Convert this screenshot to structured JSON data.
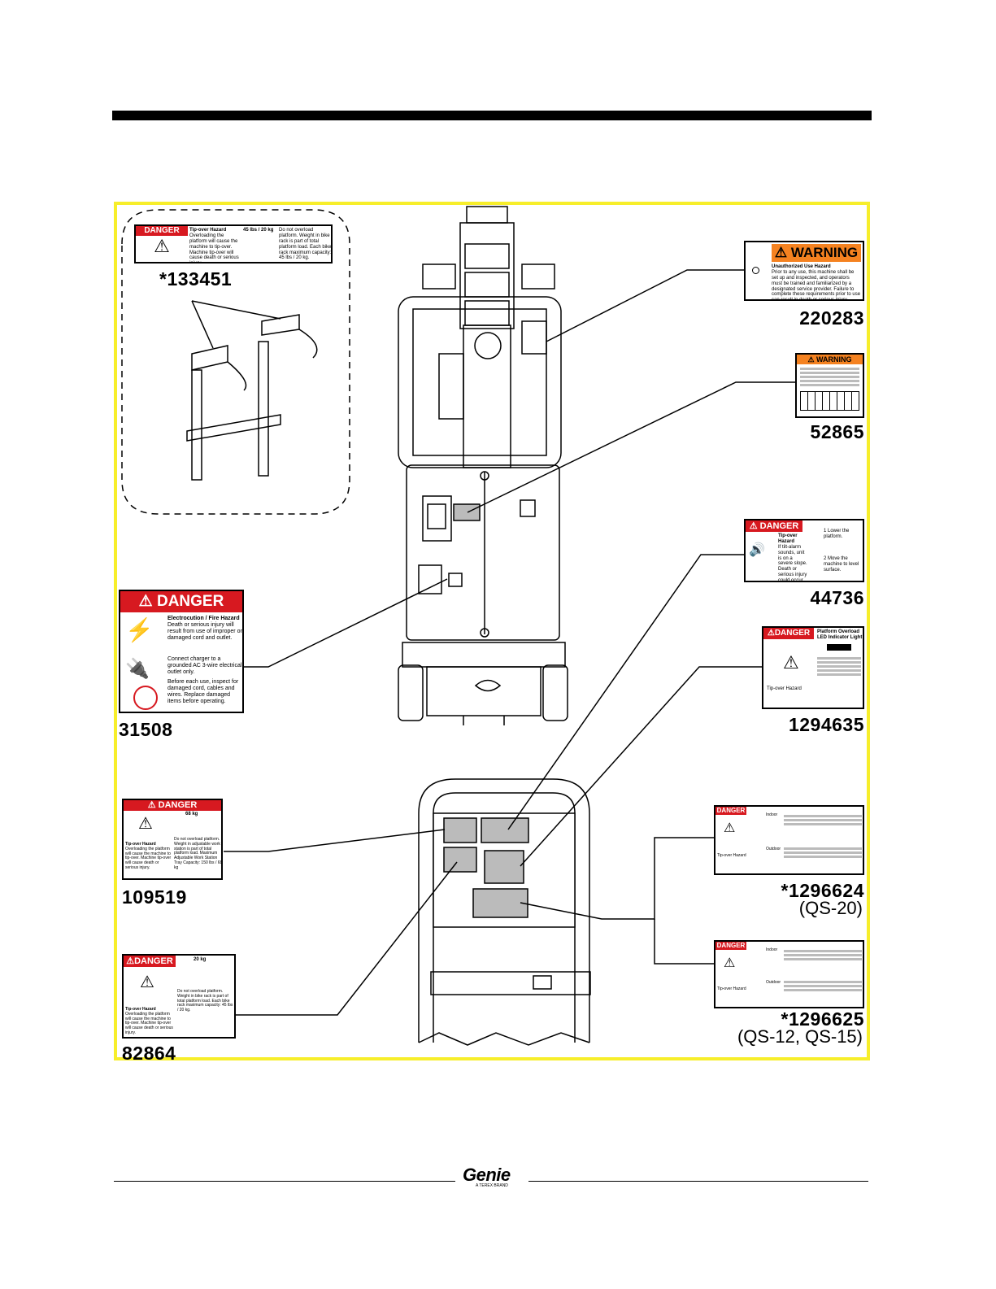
{
  "decals": {
    "d133451": {
      "number": "*133451",
      "header": "DANGER",
      "hazard": "Tip-over Hazard",
      "text": "Overloading the platform will cause the machine to tip-over. Machine tip-over will cause death or serious injury.",
      "weight": "45 lbs / 20 kg",
      "text2": "Do not overload platform. Weight in bike rack is part of total platform load. Each bike rack maximum capacity: 45 lbs / 20 kg."
    },
    "d220283": {
      "number": "220283",
      "header": "WARNING",
      "hazard": "Unauthorized Use Hazard",
      "text": "Prior to any use, this machine shall be set up and inspected, and operators must be trained and familiarized by a designated service provider. Failure to complete these requirements prior to use can result in death or serious injury. Contact Genie for more information."
    },
    "d52865": {
      "number": "52865",
      "header": "WARNING"
    },
    "d44736": {
      "number": "44736",
      "header": "DANGER",
      "hazard": "Tip-over Hazard",
      "text": "If tilt-alarm sounds, unit is on a severe slope. Death or serious injury could occur.",
      "step1": "1 Lower the platform.",
      "step2": "2 Move the machine to level surface."
    },
    "d1294635": {
      "number": "1294635",
      "header": "DANGER",
      "title": "Platform Overload LED Indicator Light",
      "hazard": "Tip-over Hazard"
    },
    "d31508": {
      "number": "31508",
      "header": "DANGER",
      "hazard": "Electrocution / Fire Hazard",
      "text1": "Death or serious injury will result from use of improper or damaged cord and outlet.",
      "text2": "Connect charger to a grounded AC 3-wire electrical outlet only.",
      "text3": "Before each use, inspect for damaged cord, cables and wires. Replace damaged items before operating."
    },
    "d109519": {
      "number": "109519",
      "header": "DANGER",
      "weight": "68 kg",
      "hazard": "Tip-over Hazard",
      "text": "Overloading the platform will cause the machine to tip-over. Machine tip-over will cause death or serious injury.",
      "text2": "Do not overload platform. Weight in adjustable work station is part of total platform load. Maximum Adjustable Work Station Tray Capacity: 150 lbs / 68 kg"
    },
    "d82864": {
      "number": "82864",
      "header": "DANGER",
      "weight": "20 kg",
      "hazard": "Tip-over Hazard",
      "text": "Overloading the platform will cause the machine to tip-over. Machine tip-over will cause death or serious injury.",
      "text2": "Do not overload platform. Weight in bike rack is part of total platform load. Each bike rack maximum capacity: 45 lbs / 20 kg."
    },
    "d1296624": {
      "number": "*1296624",
      "model": "(QS-20)",
      "header": "DANGER",
      "hazard": "Tip-over Hazard",
      "row1": "Indoor",
      "row2": "Outdoor"
    },
    "d1296625": {
      "number": "*1296625",
      "model": "(QS-12, QS-15)",
      "header": "DANGER",
      "hazard": "Tip-over Hazard",
      "row1": "Indoor",
      "row2": "Outdoor"
    }
  },
  "footer": {
    "brand": "Genie",
    "brand_sub": "A TEREX BRAND"
  }
}
